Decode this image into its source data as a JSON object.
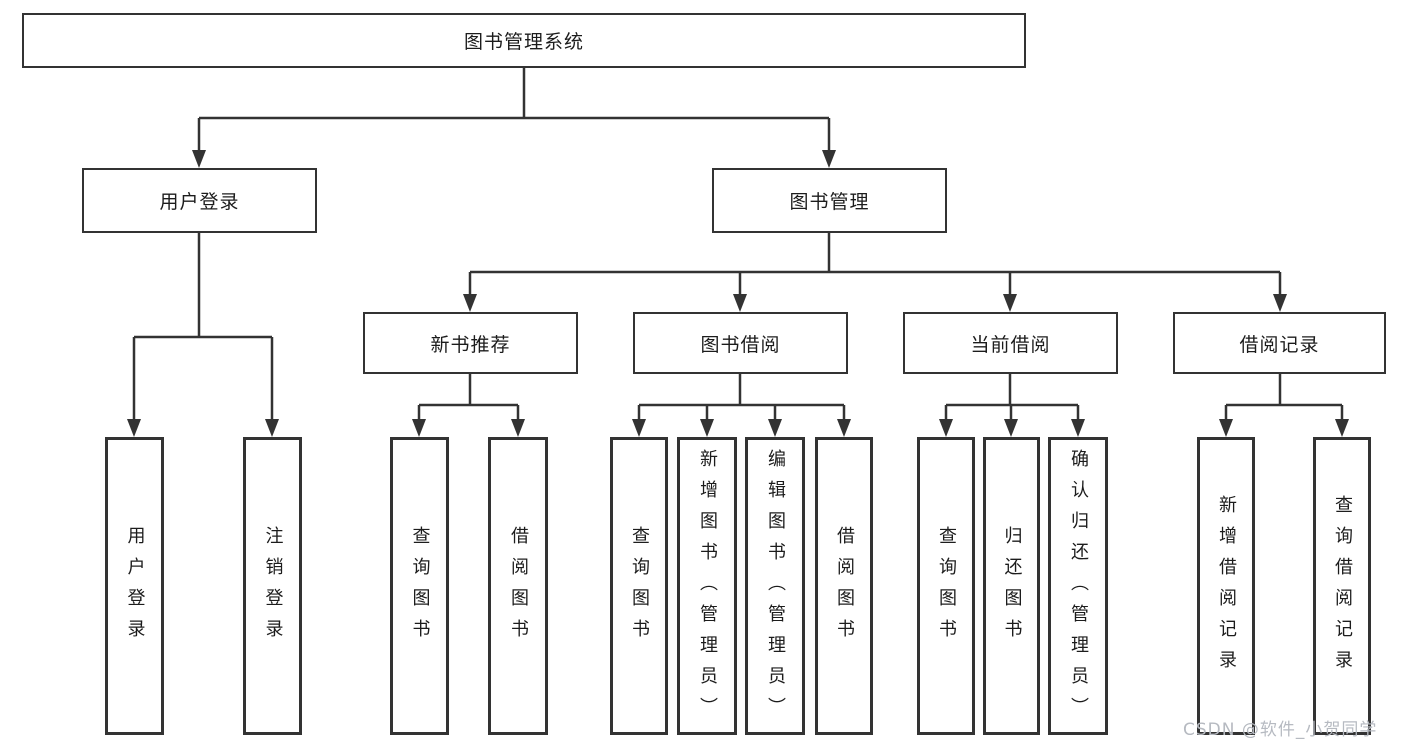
{
  "diagram": {
    "root": "图书管理系统",
    "branches": [
      {
        "label": "用户登录",
        "leaves": [
          "用户登录",
          "注销登录"
        ]
      },
      {
        "label": "图书管理",
        "children": [
          {
            "label": "新书推荐",
            "leaves": [
              "查询图书",
              "借阅图书"
            ]
          },
          {
            "label": "图书借阅",
            "leaves": [
              "查询图书",
              "新增图书（管理员）",
              "编辑图书（管理员）",
              "借阅图书"
            ]
          },
          {
            "label": "当前借阅",
            "leaves": [
              "查询图书",
              "归还图书",
              "确认归还（管理员）"
            ]
          },
          {
            "label": "借阅记录",
            "leaves": [
              "新增借阅记录",
              "查询借阅记录"
            ]
          }
        ]
      }
    ]
  },
  "watermark": "CSDN @软件_小贺同学",
  "colors": {
    "line": "#333333",
    "box_border": "#333333",
    "text": "#1c1c1c",
    "background": "#ffffff",
    "watermark": "#b6bac1"
  }
}
